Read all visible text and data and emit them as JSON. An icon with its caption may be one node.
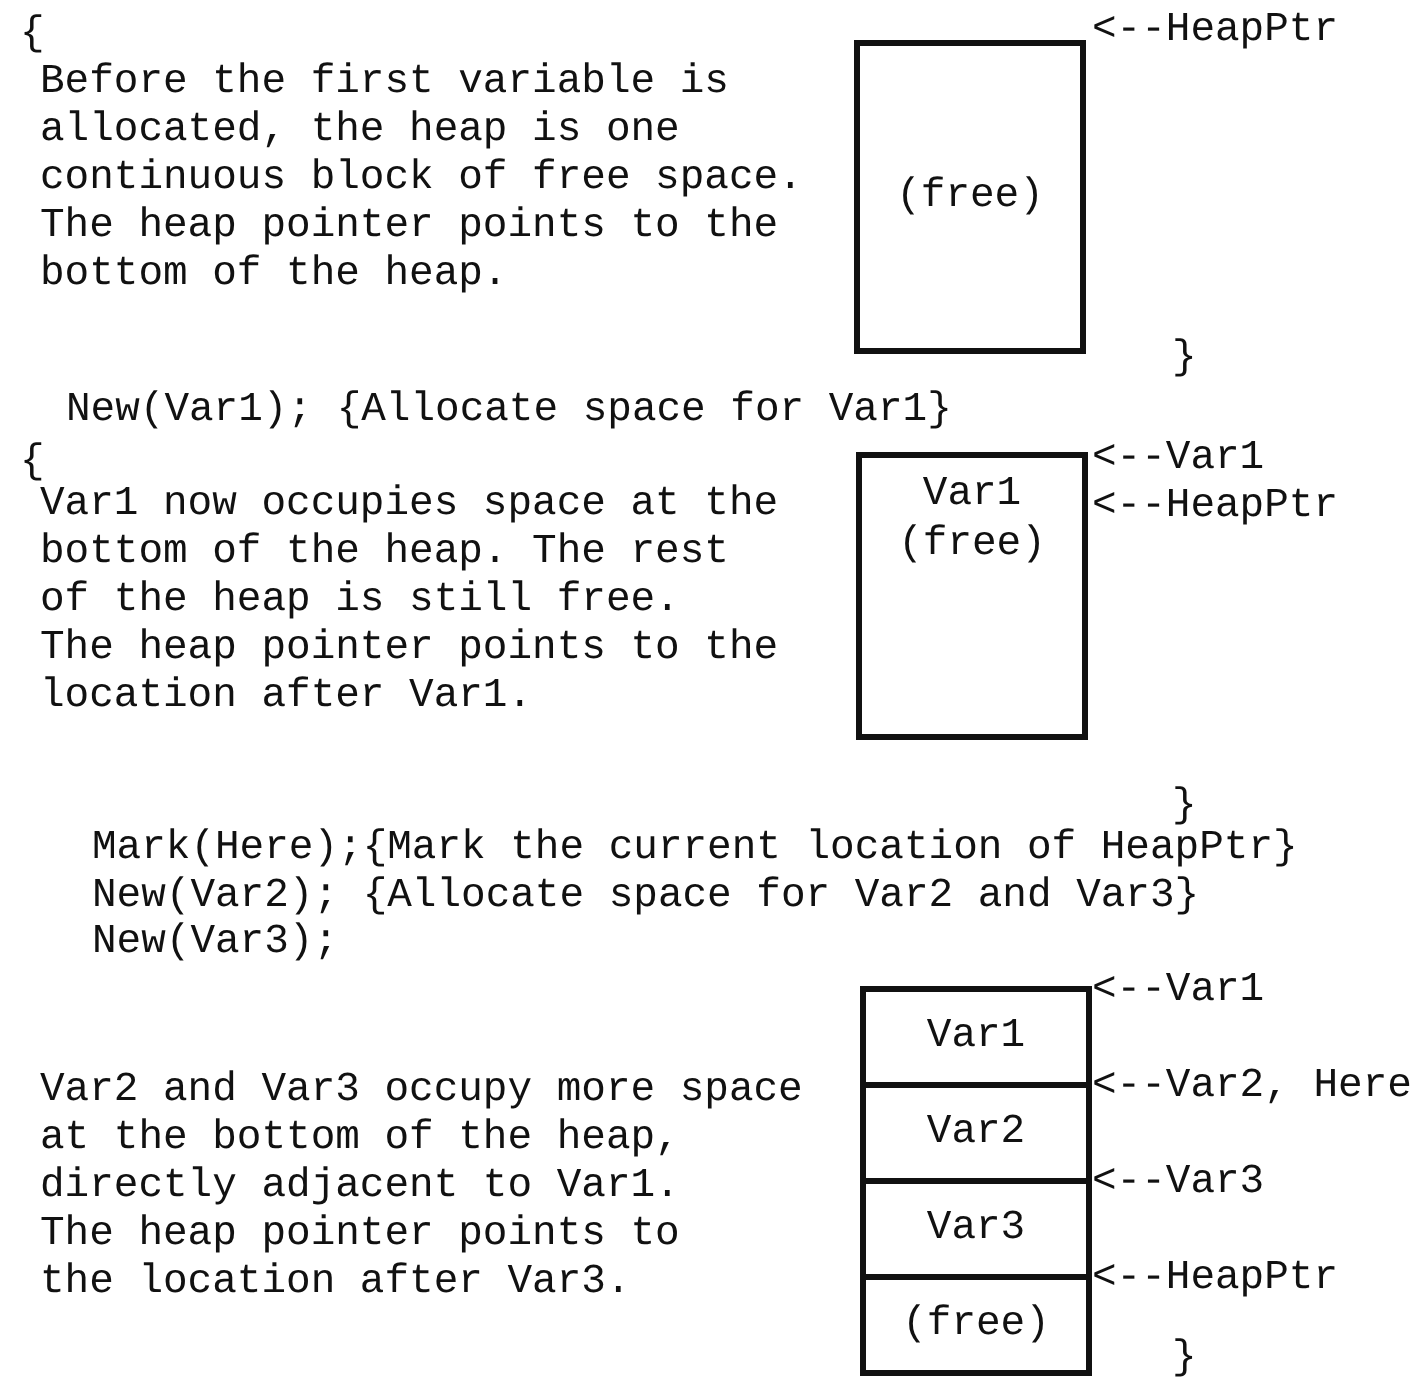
{
  "diagram": {
    "nodes": [
      {
        "text": [
          "(free)"
        ]
      },
      {
        "text": [
          "Var1",
          "(free)"
        ]
      },
      {
        "text": [
          "Var1"
        ]
      },
      {
        "text": [
          "Var2"
        ]
      },
      {
        "text": [
          "Var3"
        ]
      },
      {
        "text": [
          "(free)"
        ]
      }
    ],
    "edges": [],
    "labels": [
      "{",
      "<--HeapPtr",
      "Before the first variable is allocated, the heap is one continuous block of free space. The heap pointer points to the bottom of the heap.",
      "}",
      "New(Var1); {Allocate space for Var1}",
      "{",
      "<--Var1",
      "Var1 now occupies space at the bottom of the heap. The rest of the heap is still free. The heap pointer points to the location after Var1.",
      "<--HeapPtr",
      "}",
      "Mark(Here);{Mark the current location of HeapPtr}",
      "New(Var2); {Allocate space for Var2 and Var3}",
      "New(Var3);",
      "<--Var1",
      "Var2 and Var3 occupy more space at the bottom of the heap, directly adjacent to Var1. The heap pointer points to the location after Var3.",
      "<--Var2, Here",
      "<--Var3",
      "<--HeapPtr",
      "}"
    ]
  }
}
